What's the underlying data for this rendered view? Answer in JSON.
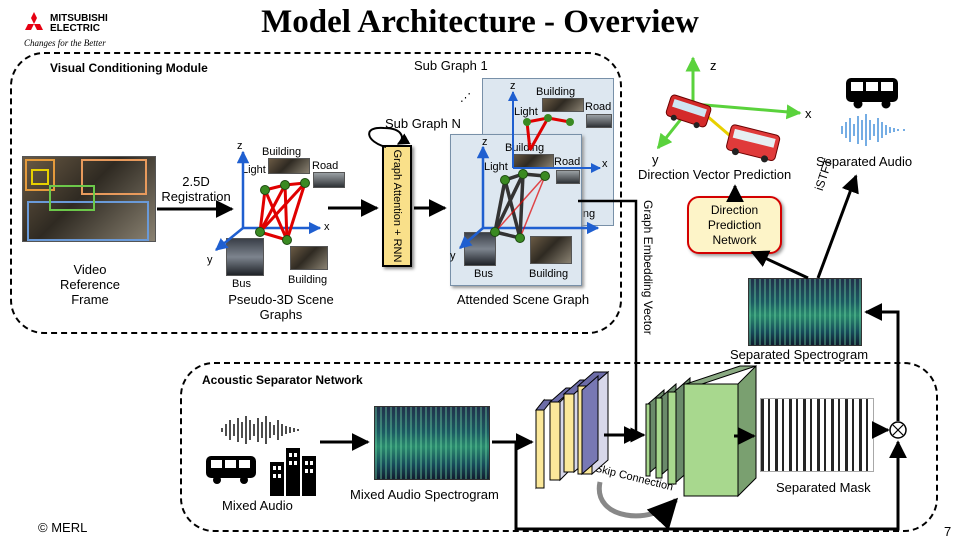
{
  "header": {
    "title": "Model Architecture - Overview",
    "logo_line1": "MITSUBISHI",
    "logo_line2": "ELECTRIC",
    "logo_tagline": "Changes for the Better"
  },
  "footer": {
    "copyright": "© MERL",
    "page_number": "7"
  },
  "visual_module": {
    "title": "Visual Conditioning Module",
    "video_label": "Video Reference Frame",
    "registration_label": "2.5D Registration",
    "pseudo_graph_label": "Pseudo-3D Scene Graphs",
    "graph_attention_label": "Graph Attention + RNN",
    "subgraph_1": "Sub Graph 1",
    "subgraph_n": "Sub Graph N",
    "ellipsis": "⋰",
    "attended_label": "Attended Scene Graph",
    "nodes": {
      "building": "Building",
      "light": "Light",
      "road": "Road",
      "bus": "Bus"
    },
    "axes": {
      "x": "x",
      "y": "y",
      "z": "z"
    }
  },
  "direction": {
    "embedding_label": "Graph Embedding Vector",
    "network_label": "Direction Prediction Network",
    "vector_label": "Direction Vector Prediction",
    "istft": "iSTFT",
    "separated_audio": "Separated Audio",
    "separated_spectrogram": "Separated Spectrogram",
    "axes": {
      "x": "x",
      "y": "y",
      "z": "z"
    }
  },
  "acoustic_module": {
    "title": "Acoustic Separator Network",
    "mixed_audio": "Mixed Audio",
    "mixed_spectrogram": "Mixed Audio Spectrogram",
    "skip_connection": "Skip Connection",
    "separated_mask": "Separated Mask",
    "multiply_symbol": "⊗"
  },
  "colors": {
    "graph_edge": "#e00000",
    "graph_edge_attended": "#333333",
    "graph_node": "#3a8a22",
    "axis": "#1f5fd0",
    "direction_axis": "#5ad23c",
    "encoder": "#fbe89a",
    "decoder": "#a8d88e",
    "dpn_border": "#d40000"
  }
}
